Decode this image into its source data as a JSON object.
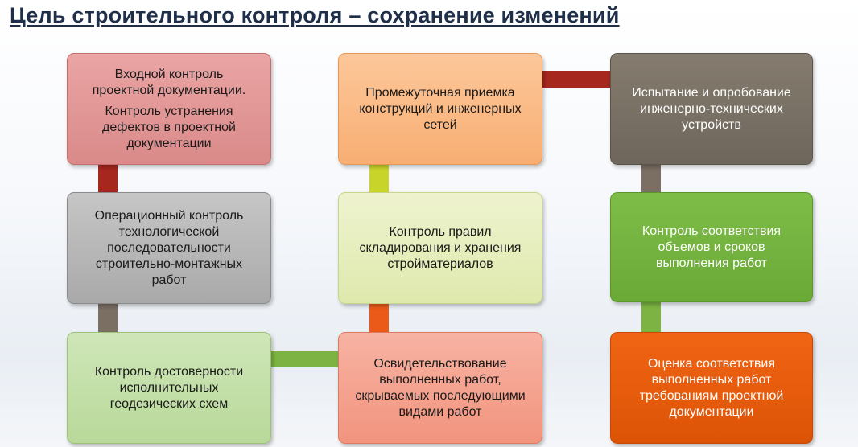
{
  "title": "Цель строительного контроля – сохранение изменений",
  "colors": {
    "connector_red": "#a5271e",
    "connector_yellow_green": "#c9d42a",
    "connector_orange": "#ec5a1a",
    "connector_gray": "#7b6e63",
    "connector_green": "#7cb342"
  },
  "boxes": {
    "input_control": {
      "line1": "Входной контроль",
      "line2": "проектной документации.",
      "line3": "Контроль устранения",
      "line4": "дефектов в проектной",
      "line5": "документации"
    },
    "operational_control": {
      "line1": "Операционный контроль",
      "line2": "технологической",
      "line3": "последовательности",
      "line4": "строительно-монтажных",
      "line5": "работ"
    },
    "geodetic_control": {
      "line1": "Контроль достоверности",
      "line2": "исполнительных",
      "line3": "геодезических схем"
    },
    "intermediate_acceptance": {
      "line1": "Промежуточная приемка",
      "line2": "конструкций и инженерных",
      "line3": "сетей"
    },
    "storage_control": {
      "line1": "Контроль правил",
      "line2": "складирования и хранения",
      "line3": "стройматериалов"
    },
    "work_certification": {
      "line1": "Освидетельствование",
      "line2": "выполненных работ,",
      "line3": "скрываемых последующими",
      "line4": "видами работ"
    },
    "device_testing": {
      "line1": "Испытание и опробование",
      "line2": "инженерно-технических",
      "line3": "устройств"
    },
    "volume_control": {
      "line1": "Контроль соответствия",
      "line2": "объемов и сроков",
      "line3": "выполнения работ"
    },
    "compliance_assessment": {
      "line1": "Оценка соответствия",
      "line2": "выполненных работ",
      "line3": "требованиям проектной",
      "line4": "документации"
    }
  }
}
